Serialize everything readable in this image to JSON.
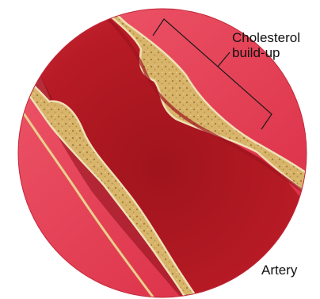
{
  "labels": {
    "cholesterol_line1": "Cholesterol",
    "cholesterol_line2": "build-up",
    "artery": "Artery"
  },
  "colors": {
    "background": "#ffffff",
    "outer_tissue": "#e2384e",
    "vessel_wall": "#c92537",
    "blood_lumen": "#b0161f",
    "blood_shadow": "#7f0d14",
    "plaque": "#d9b56a",
    "plaque_speckle": "#9c7a35",
    "plaque_edge": "#efe1b8",
    "bracket_line": "#1a1a1a"
  }
}
